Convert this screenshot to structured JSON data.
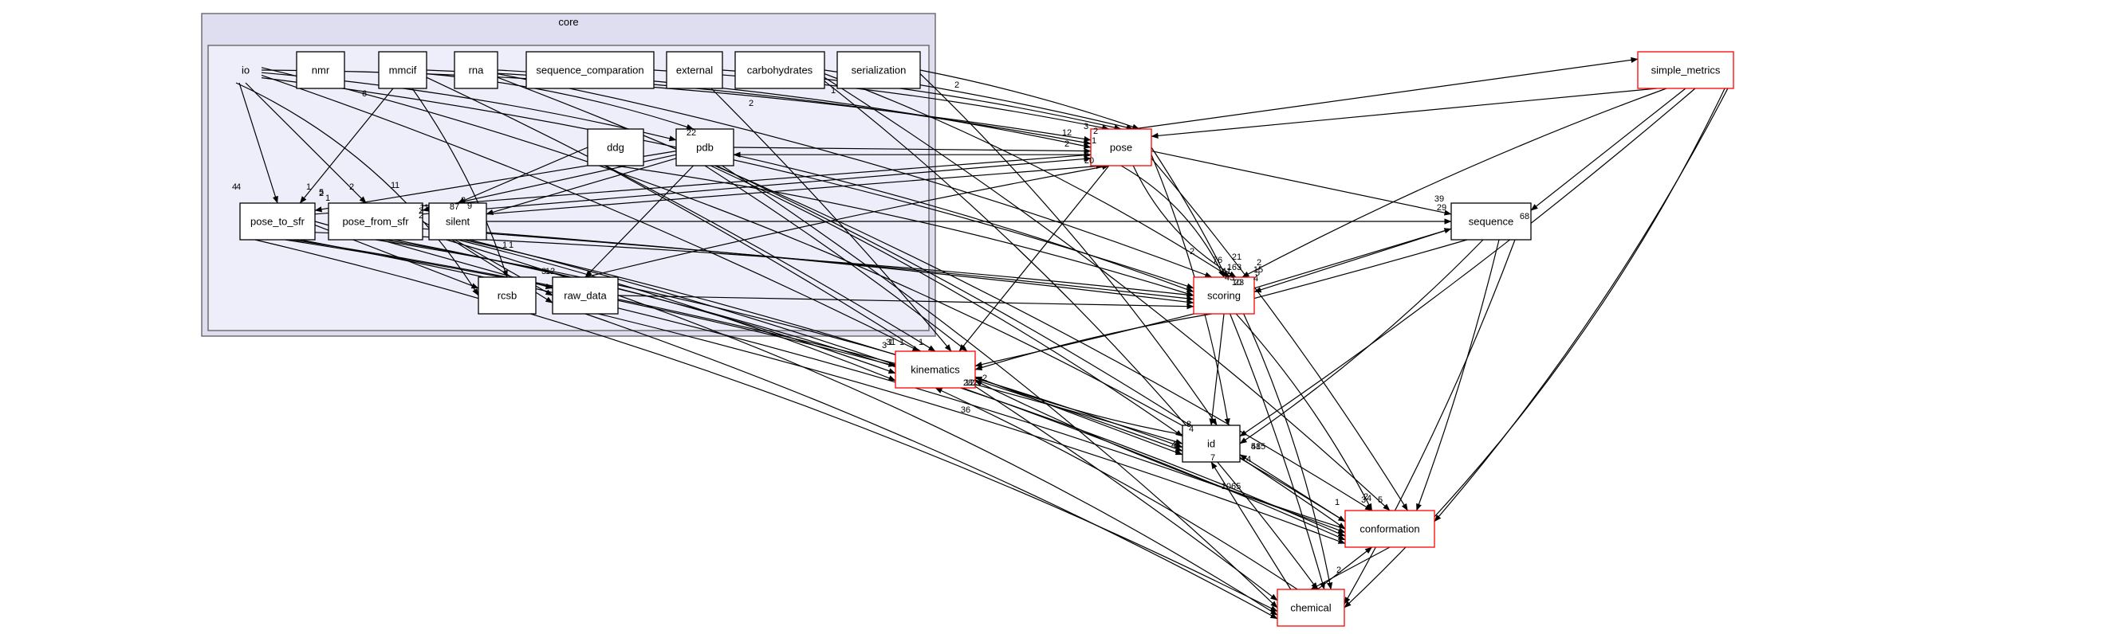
{
  "diagram": {
    "clusters": [
      {
        "id": "core",
        "label": "core"
      }
    ],
    "nodes": [
      {
        "id": "io",
        "label": "io",
        "style": "plain"
      },
      {
        "id": "nmr",
        "label": "nmr",
        "style": "dir"
      },
      {
        "id": "mmcif",
        "label": "mmcif",
        "style": "dir"
      },
      {
        "id": "rna",
        "label": "rna",
        "style": "dir"
      },
      {
        "id": "sequence_comparation",
        "label": "sequence_comparation",
        "style": "dir"
      },
      {
        "id": "external",
        "label": "external",
        "style": "dir"
      },
      {
        "id": "carbohydrates",
        "label": "carbohydrates",
        "style": "dir"
      },
      {
        "id": "serialization",
        "label": "serialization",
        "style": "dir"
      },
      {
        "id": "ddg",
        "label": "ddg",
        "style": "dir"
      },
      {
        "id": "pdb",
        "label": "pdb",
        "style": "dir"
      },
      {
        "id": "pose_to_sfr",
        "label": "pose_to_sfr",
        "style": "dir"
      },
      {
        "id": "pose_from_sfr",
        "label": "pose_from_sfr",
        "style": "dir"
      },
      {
        "id": "silent",
        "label": "silent",
        "style": "dir"
      },
      {
        "id": "rcsb",
        "label": "rcsb",
        "style": "dir"
      },
      {
        "id": "raw_data",
        "label": "raw_data",
        "style": "dir"
      },
      {
        "id": "pose",
        "label": "pose",
        "style": "ext"
      },
      {
        "id": "simple_metrics",
        "label": "simple_metrics",
        "style": "ext"
      },
      {
        "id": "sequence",
        "label": "sequence",
        "style": "dir"
      },
      {
        "id": "scoring",
        "label": "scoring",
        "style": "ext"
      },
      {
        "id": "kinematics",
        "label": "kinematics",
        "style": "ext"
      },
      {
        "id": "id",
        "label": "id",
        "style": "dir"
      },
      {
        "id": "conformation",
        "label": "conformation",
        "style": "ext"
      },
      {
        "id": "chemical",
        "label": "chemical",
        "style": "ext"
      }
    ],
    "edge_labels": [
      "2",
      "4",
      "4",
      "1",
      "2",
      "2",
      "1",
      "1",
      "6",
      "2",
      "20",
      "1",
      "2",
      "1",
      "12",
      "3",
      "2",
      "22",
      "1",
      "1",
      "1",
      "1",
      "3",
      "3",
      "1",
      "1",
      "1",
      "12",
      "3",
      "9",
      "1",
      "5",
      "3",
      "87",
      "11",
      "2",
      "2",
      "2",
      "76",
      "21",
      "43",
      "41",
      "10",
      "39",
      "68",
      "29",
      "163",
      "23",
      "4",
      "5",
      "15",
      "2",
      "282",
      "12",
      "2",
      "36",
      "4",
      "7",
      "8",
      "4",
      "7",
      "4",
      "515",
      "48",
      "1065",
      "1",
      "3",
      "2",
      "4",
      "5",
      "2"
    ]
  }
}
